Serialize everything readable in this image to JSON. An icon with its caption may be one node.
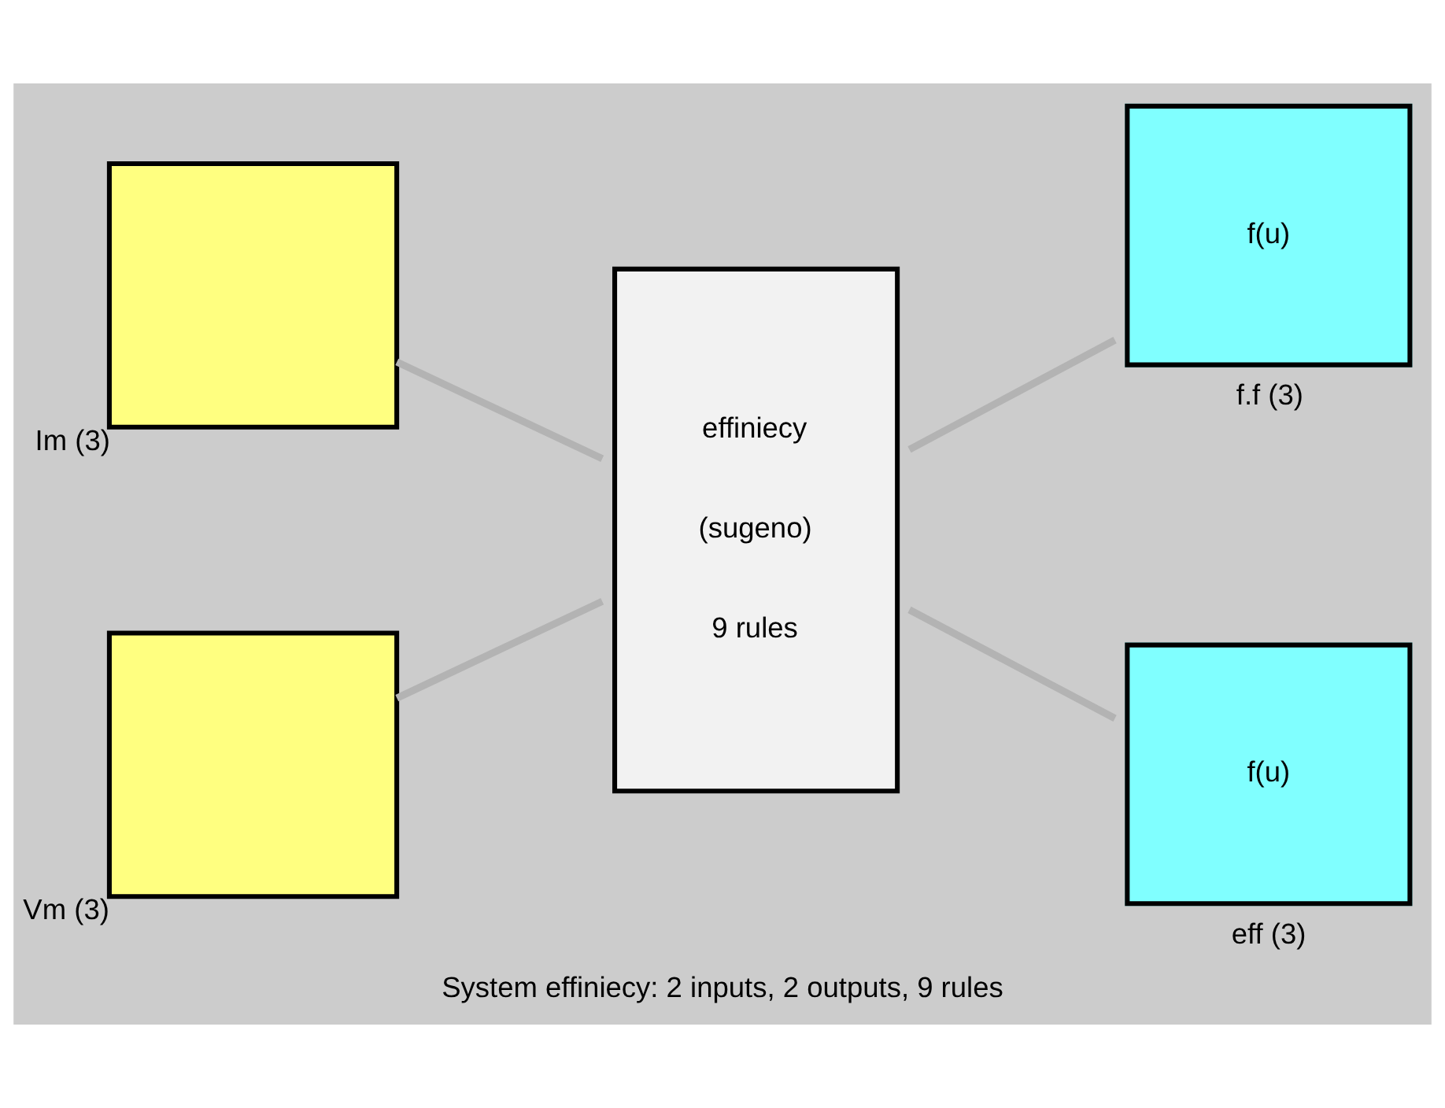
{
  "diagram": {
    "caption": "System effiniecy: 2 inputs, 2 outputs, 9 rules",
    "nodes": [
      {
        "text": [],
        "shape": "box",
        "beside": [
          "Im (3)"
        ]
      },
      {
        "text": [],
        "shape": "box",
        "beside": [
          "Vm (3)"
        ]
      },
      {
        "text": [
          "effiniecy",
          "(sugeno)",
          "9 rules"
        ]
      },
      {
        "text": [
          "f(u)"
        ],
        "beside": [
          "f.f (3)"
        ]
      },
      {
        "text": [
          "f(u)"
        ],
        "beside": [
          "eff (3)"
        ]
      }
    ],
    "edges": [
      {
        "from": 0,
        "to": 2,
        "arrow": "none"
      },
      {
        "from": 1,
        "to": 2,
        "arrow": "none"
      },
      {
        "from": 2,
        "to": 3,
        "arrow": "none"
      },
      {
        "from": 2,
        "to": 4,
        "arrow": "none"
      }
    ]
  }
}
